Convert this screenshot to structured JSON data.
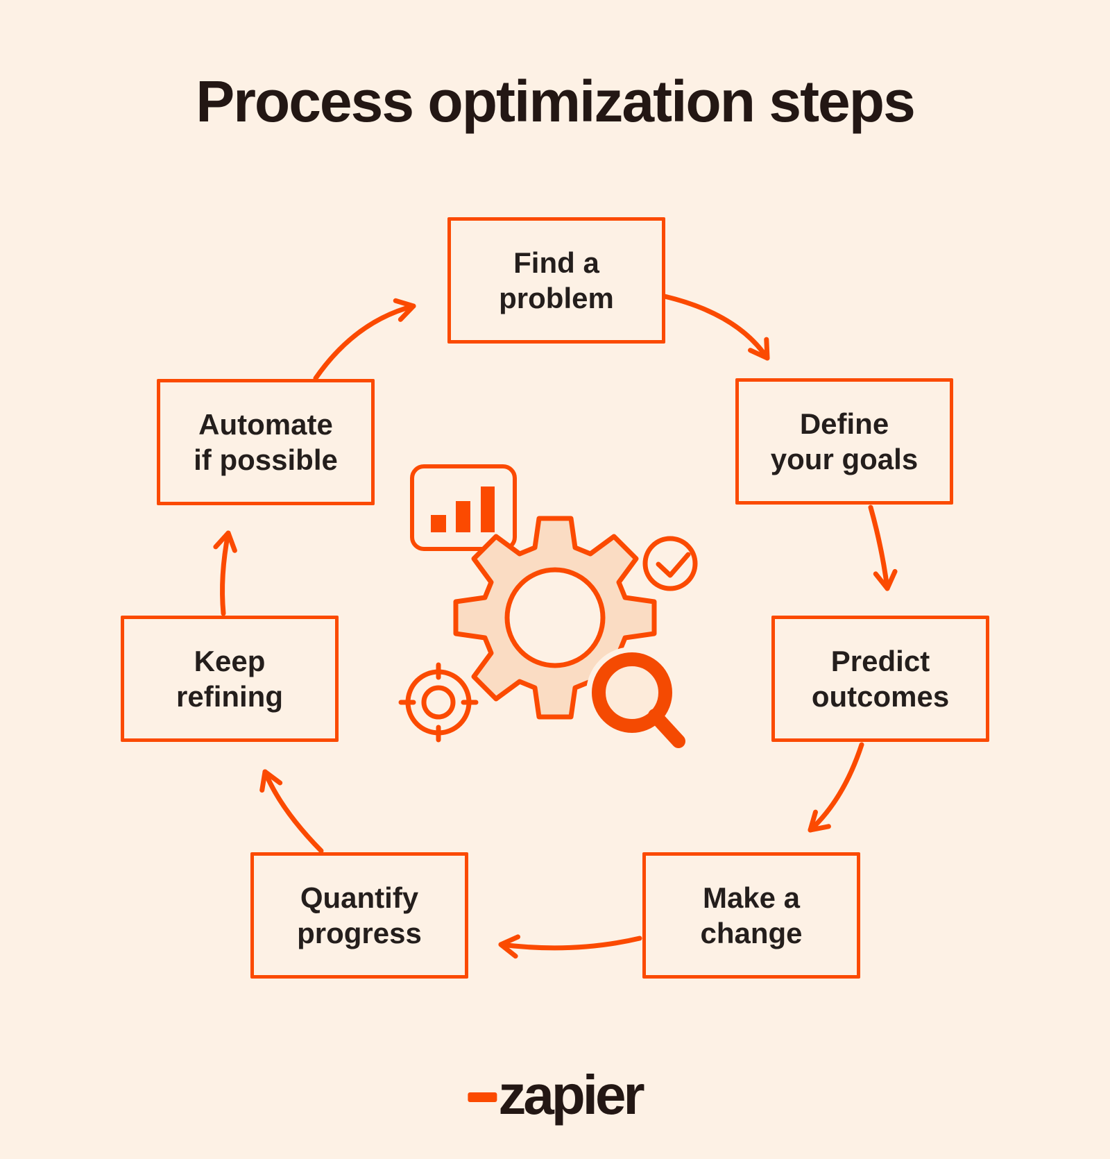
{
  "title": "Process optimization steps",
  "steps": [
    {
      "name": "find-a-problem",
      "line1": "Find a",
      "line2": "problem"
    },
    {
      "name": "define-your-goals",
      "line1": "Define",
      "line2": "your goals"
    },
    {
      "name": "predict-outcomes",
      "line1": "Predict",
      "line2": "outcomes"
    },
    {
      "name": "make-a-change",
      "line1": "Make a",
      "line2": "change"
    },
    {
      "name": "quantify-progress",
      "line1": "Quantify",
      "line2": "progress"
    },
    {
      "name": "keep-refining",
      "line1": "Keep",
      "line2": "refining"
    },
    {
      "name": "automate-if-possible",
      "line1": "Automate",
      "line2": "if possible"
    }
  ],
  "cycle_sequence": [
    "Find a problem",
    "Define your goals",
    "Predict outcomes",
    "Make a change",
    "Quantify progress",
    "Keep refining",
    "Automate if possible"
  ],
  "center_icons": [
    {
      "name": "bar-chart-icon"
    },
    {
      "name": "gear-icon"
    },
    {
      "name": "check-circle-icon"
    },
    {
      "name": "target-icon"
    },
    {
      "name": "magnifier-icon"
    }
  ],
  "logo": {
    "underscore": "_",
    "text": "zapier"
  },
  "colors": {
    "background": "#FDF1E5",
    "accent": "#FB4A01",
    "gear_fill": "#FADCC3",
    "title_ink": "#231714",
    "label_ink": "#241E1C"
  }
}
